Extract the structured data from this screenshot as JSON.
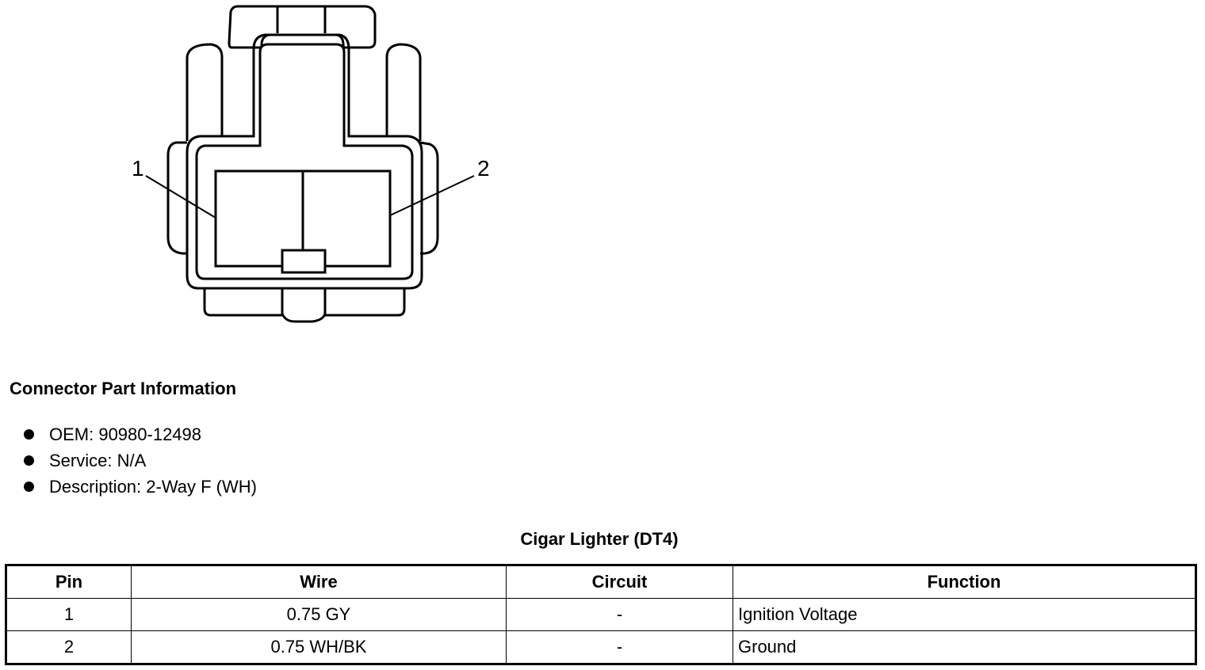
{
  "diagram": {
    "pin_labels": [
      "1",
      "2"
    ]
  },
  "connector_info": {
    "title": "Connector Part Information",
    "items": [
      "OEM: 90980-12498",
      "Service: N/A",
      "Description: 2-Way F (WH)"
    ]
  },
  "pin_table": {
    "title": "Cigar Lighter (DT4)",
    "headers": [
      "Pin",
      "Wire",
      "Circuit",
      "Function"
    ],
    "rows": [
      [
        "1",
        "0.75 GY",
        "-",
        "Ignition Voltage"
      ],
      [
        "2",
        "0.75 WH/BK",
        "-",
        "Ground"
      ]
    ]
  }
}
